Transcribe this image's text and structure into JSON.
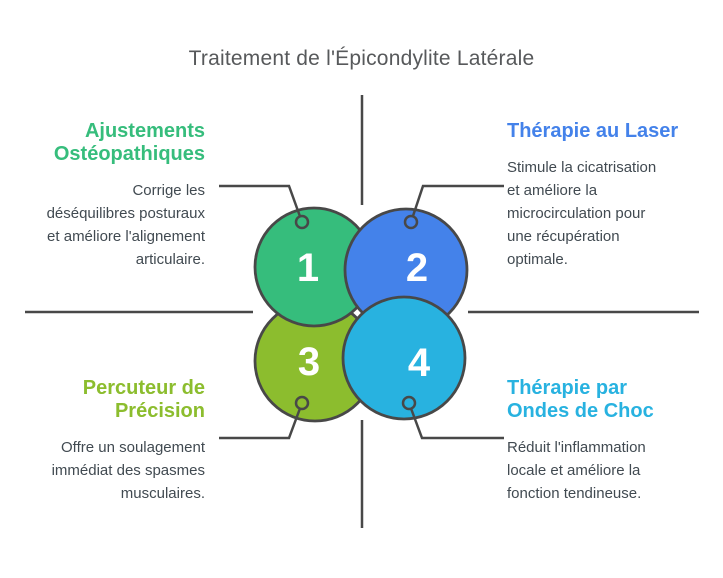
{
  "title": "Traitement de l'Épicondylite Latérale",
  "colors": {
    "title_text": "#57595b",
    "body_text": "#414a51",
    "line_stroke": "#484848",
    "number_text": "#ffffff",
    "background": "#ffffff"
  },
  "treatments": [
    {
      "number": "1",
      "heading": "Ajustements\nOstéopathiques",
      "body": "Corrige les\ndéséquilibres posturaux\net améliore l'alignement\narticulaire.",
      "color": "#36bd7c",
      "position": "top-left"
    },
    {
      "number": "2",
      "heading": "Thérapie au Laser",
      "body": "Stimule la cicatrisation\net améliore la\nmicrocirculation pour\nune récupération\noptimale.",
      "color": "#4482ea",
      "position": "top-right"
    },
    {
      "number": "3",
      "heading": "Percuteur de\nPrécision",
      "body": "Offre un soulagement\nimmédiat des spasmes\nmusculaires.",
      "color": "#8cbd2e",
      "position": "bottom-left"
    },
    {
      "number": "4",
      "heading": "Thérapie par\nOndes de Choc",
      "body": "Réduit l'inflammation\nlocale et améliore la\nfonction tendineuse.",
      "color": "#28b2e0",
      "position": "bottom-right"
    }
  ]
}
